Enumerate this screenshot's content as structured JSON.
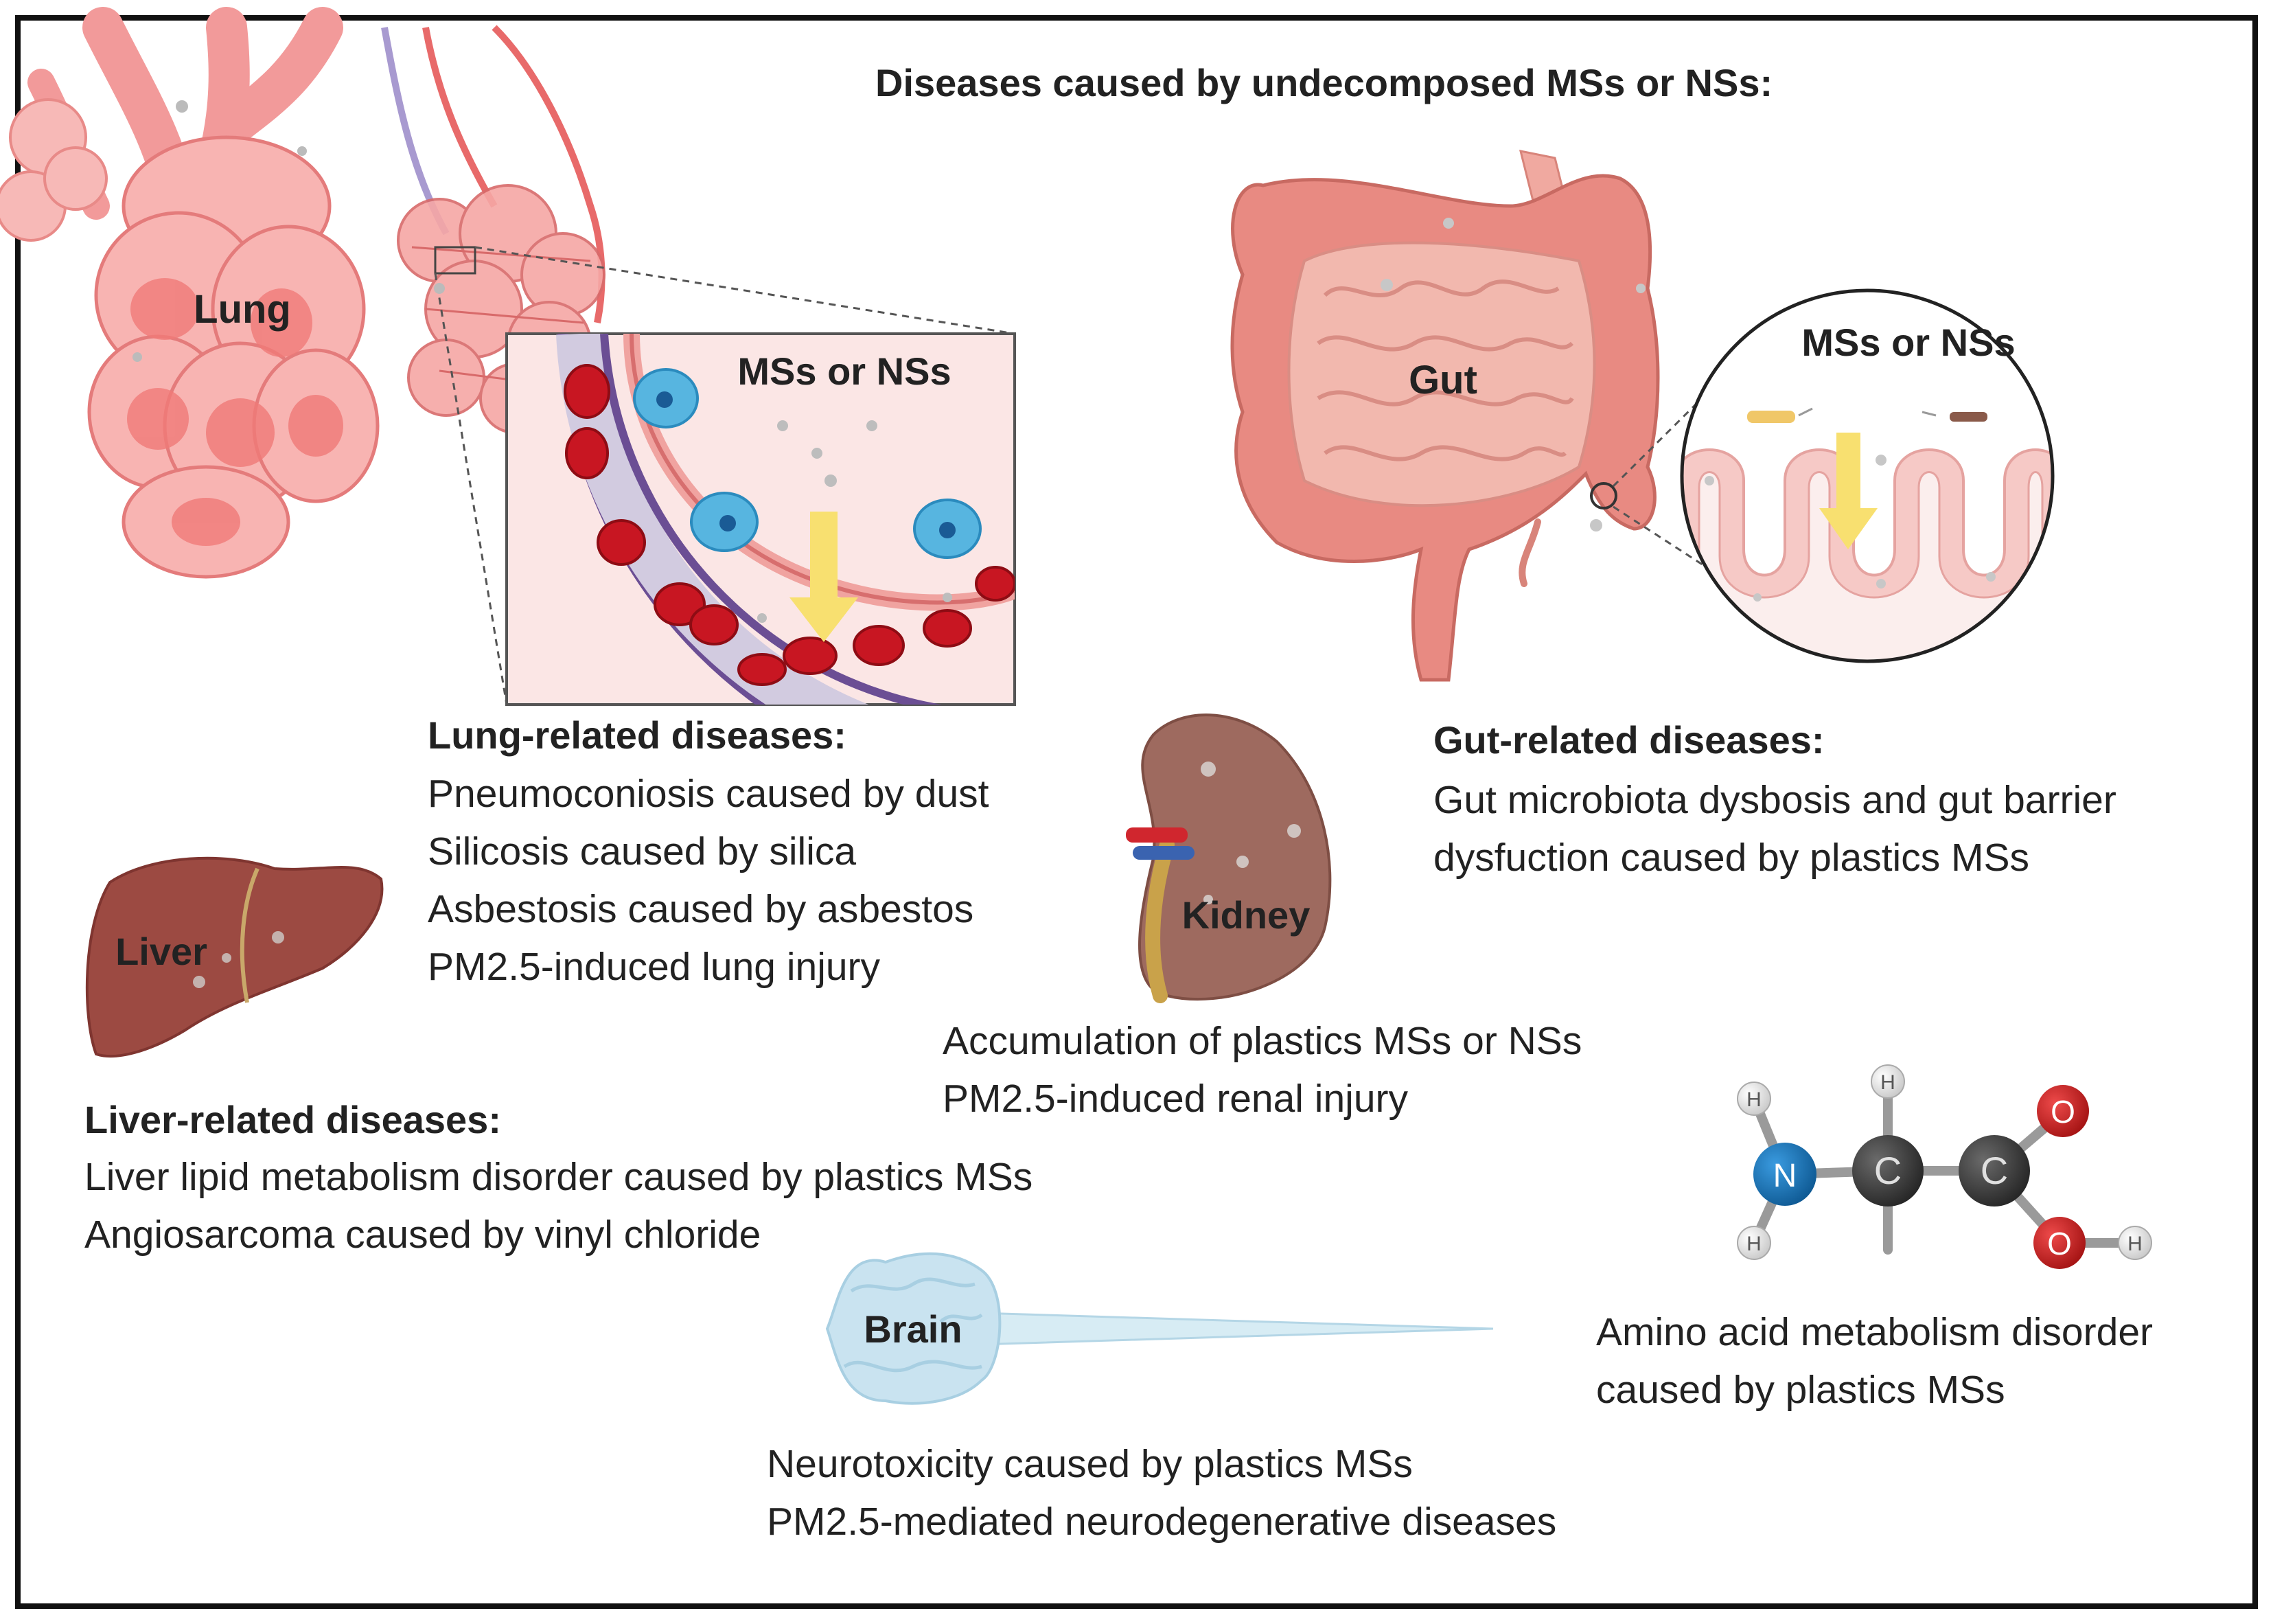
{
  "title": "Diseases caused by undecomposed MSs or NSs:",
  "organs": {
    "lung": "Lung",
    "gut": "Gut",
    "liver": "Liver",
    "kidney": "Kidney",
    "brain": "Brain"
  },
  "insets": {
    "lung_inset_label": "MSs or NSs",
    "gut_inset_label": "MSs or NSs"
  },
  "molecule": {
    "atoms": [
      "H",
      "H",
      "N",
      "C",
      "H",
      "C",
      "O",
      "O",
      "H"
    ],
    "colors": {
      "N": "#1b75bb",
      "C": "#333333",
      "O": "#cc2222",
      "H": "#dddddd"
    }
  },
  "lung_diseases": {
    "heading": "Lung-related diseases:",
    "items": [
      "Pneumoconiosis caused by dust",
      "Silicosis caused by silica",
      "Asbestosis caused by asbestos",
      "PM2.5-induced lung injury"
    ]
  },
  "gut_diseases": {
    "heading": "Gut-related diseases:",
    "items": [
      "Gut microbiota dysbosis and gut barrier",
      "dysfuction caused by plastics MSs"
    ]
  },
  "kidney_diseases": {
    "items": [
      "Accumulation of plastics MSs or NSs",
      "PM2.5-induced renal injury"
    ]
  },
  "liver_diseases": {
    "heading": "Liver-related diseases:",
    "items": [
      "Liver lipid metabolism disorder caused by plastics MSs",
      "Angiosarcoma caused by vinyl chloride"
    ]
  },
  "amino_diseases": {
    "items": [
      "Amino acid metabolism disorder",
      "caused by plastics MSs"
    ]
  },
  "brain_diseases": {
    "items": [
      "Neurotoxicity caused by plastics MSs",
      "PM2.5-mediated neurodegenerative diseases"
    ]
  }
}
